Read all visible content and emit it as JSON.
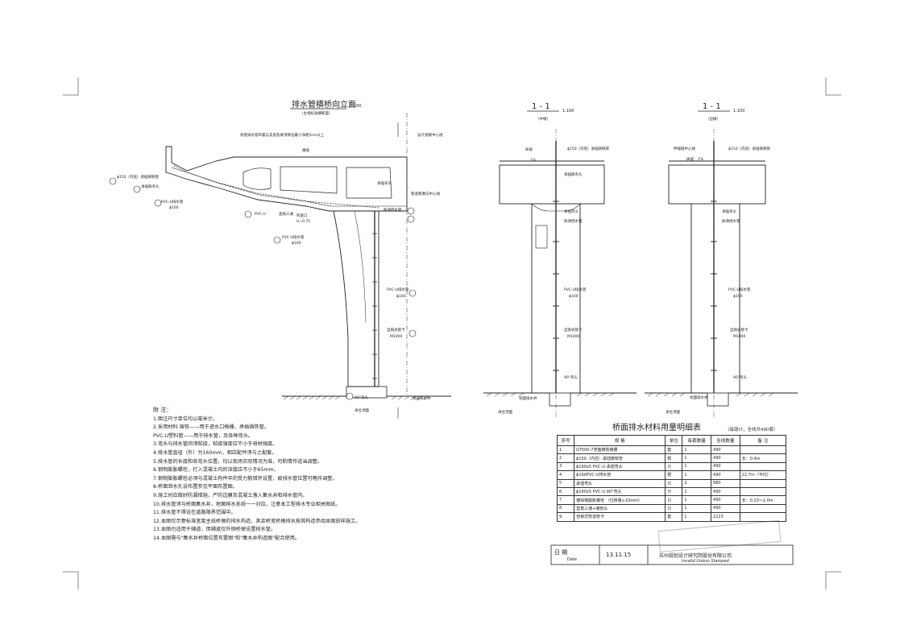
{
  "titles": {
    "main": "排水管横桥向立面",
    "main_scale": "1:100",
    "main_sub": "（主线标准横断面）",
    "section_a": "1 - 1",
    "section_a_scale": "1:100",
    "section_a_sub": "（中墩）",
    "section_b": "1 - 1",
    "section_b_scale": "1:100",
    "section_b_sub": "（边墩）"
  },
  "labels": {
    "pipe_150": "ϕ150（内径）承插铸铁管",
    "elbow": "承插铸弯头",
    "pvc_u": "PVC-U排水管",
    "d160": "ϕ160",
    "pvc_u_short": "PVC-U",
    "tee": "直角三通",
    "inspection": "检查口",
    "inspection_h": "H=0.75",
    "top_note": "梁底排水管布置与支座及墩顶保证最小净距5cm以上",
    "road_center": "设计道路中心线",
    "pier_center": "管道距墩向中心线",
    "gradient": "横坡",
    "socket_elbow": "承插弯头",
    "anti_slip": "防滑挡水管",
    "clamp": "自锁式管卡",
    "m1000": "M1000",
    "bend90": "90°弯头",
    "ground_well": "地面排水井",
    "base_top": "承台顶面",
    "gradient_a": "纵坡",
    "slope": "1%",
    "expansion": "伸缩缝中心线"
  },
  "notes": {
    "heading": "附 注：",
    "items": [
      "1.图注尺寸单位均以毫米计。",
      "2.采用材料  铸铁——用于进水口格栅、承插铸铁管。",
      "         PVC-U塑料管——用于排水管，及各种弯头。",
      "3.弯头与排水管间须粘接，粘接强度应不小于母材强度。",
      "4.排水管直径（外）为160mm，相应配件须与之配套。",
      "5.排水管的长度和各弯头位置，均以现场实际情况为准，可酌情作适当调整。",
      "6.钢制膨胀螺栓，打入混凝土内的深度应不小于65mm。",
      "7.钢制膨胀螺栓必须与混凝土构件中的受力筋错开设置，故排水管位置可略作调整。",
      "8.桥面泄水孔设布置参见平面布置图。",
      "9.施工时应做好防漏措施，严防边膜及混凝土落入集水井和排水管内。",
      "10.排水管须与桥面集水井，地面排水系统一一对应，注意本工程排水专业相关图纸。",
      "11.排水管不得设在道路限界范围中。",
      "12.本图仅示意标准宽度主线桥墩的排水构造，其余桥宽桥墩排水按其构造参阅本图放样施工。",
      "13.本图也适用于辅道，但辅道仅外侧桥墩设置排水管。",
      "14.本图需与\"集水井桥面位置布置图\"和\"集水井构造图\"配合使用。"
    ]
  },
  "table": {
    "title": "桥面排水材料用量明细表",
    "note": "（每墩计，全线共490套）",
    "headers": [
      "序号",
      "规 格",
      "单位",
      "每套数量",
      "全线数量",
      "备 注"
    ],
    "rows": [
      [
        "1",
        "GT500-7泄篦铸铁格栅",
        "套",
        "1",
        "490",
        ""
      ],
      [
        "2",
        "ϕ150（内径）承插铸铁管",
        "根",
        "1",
        "490",
        "长：0.4m"
      ],
      [
        "3",
        "ϕ160x5 PVC-U 承插弯头",
        "只",
        "1",
        "490",
        ""
      ],
      [
        "4",
        "ϕ160PVC-U排水管",
        "根",
        "1",
        "490",
        "22.7m（平均）"
      ],
      [
        "5",
        "承插弯头",
        "只",
        "2",
        "980",
        ""
      ],
      [
        "6",
        "ϕ160x5 PVC-U 90°弯头",
        "只",
        "1",
        "490",
        ""
      ],
      [
        "7",
        "镀锌钢膨胀螺栓  （位移量≥10mm）",
        "只",
        "1",
        "490",
        "长：0.23～1.0m"
      ],
      [
        "8",
        "直角三通+堵管头",
        "只",
        "1",
        "490",
        ""
      ],
      [
        "9",
        "自锁式管道管卡",
        "套",
        "1",
        "2223",
        ""
      ]
    ]
  },
  "footer": {
    "date_label": "日 期",
    "date_label_en": "Date",
    "date_value": "13.11.15",
    "org": "苏州规划设计研究院股份有限公司",
    "invalid": "Invalid Unless Stamped"
  }
}
